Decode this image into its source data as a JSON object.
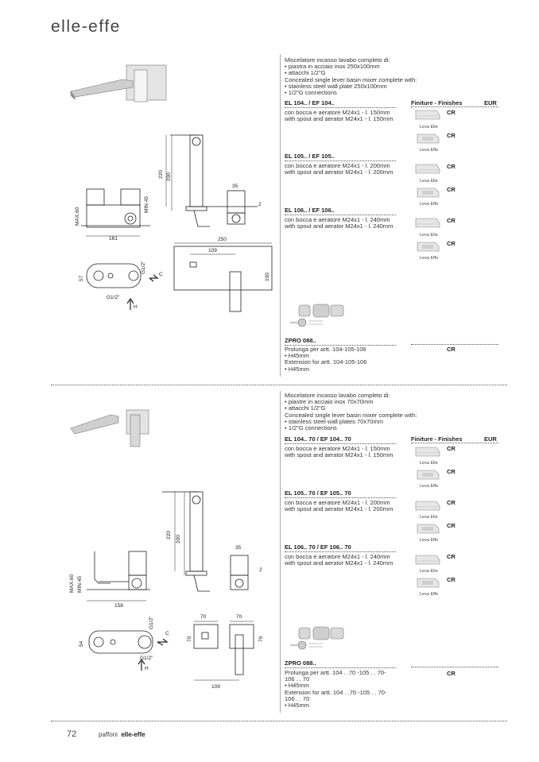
{
  "brand": "elle-effe",
  "footer": {
    "page_number": "72",
    "publisher": "paffoni",
    "series": "elle-effe"
  },
  "sections": [
    {
      "intro": [
        {
          "text": "Miscelatore incasso lavabo completo di:",
          "bullet": false
        },
        {
          "text": "piastra in acciaio inox 250x100mm",
          "bullet": true
        },
        {
          "text": "attacchi 1/2\"G",
          "bullet": true
        },
        {
          "text": "Concealed single lever basin mixer complete with:",
          "bullet": false
        },
        {
          "text": "stainless steel wall plate 250x100mm",
          "bullet": true
        },
        {
          "text": "1/2\"G connections",
          "bullet": true
        }
      ],
      "finishes_header": "Finiture - Finishes",
      "eur_header": "EUR",
      "products": [
        {
          "code": "EL 104.. / EF 104..",
          "it": "con bocca e aeratore M24x1 - l. 150mm",
          "en": "with spout and aerator M24x1 - l. 150mm"
        },
        {
          "code": "EL 105.. / EF 105..",
          "it": "con bocca e aeratore M24x1 - l. 200mm",
          "en": "with spout and aerator M24x1 - l. 200mm"
        },
        {
          "code": "EL 106.. / EF 106..",
          "it": "con bocca e aeratore M24x1 - l. 240mm",
          "en": "with spout and aerator M24x1 - l. 240mm"
        }
      ],
      "finish_code": "CR",
      "lever_elle": "Leva Elle",
      "lever_effe": "Leva Effe",
      "extension": {
        "code": "ZPRO 088..",
        "lines": [
          {
            "text": "Prolunga per artt. 104-105-106",
            "bullet": false
          },
          {
            "text": "H45mm",
            "bullet": true
          },
          {
            "text": "Extension for artt. 104-105-106",
            "bullet": false
          },
          {
            "text": "H45mm",
            "bullet": true
          }
        ],
        "finish": "CR"
      },
      "dims": {
        "d220": "220",
        "d200": "200",
        "d35": "35",
        "d2": "2",
        "max60": "MAX.60",
        "min45": "MIN.45",
        "d161": "161",
        "d250": "250",
        "d109": "109",
        "d100": "100",
        "g12a": "G1/2\"",
        "g12b": "G1/2\"",
        "d57": "57",
        "c": "C",
        "h": "H"
      }
    },
    {
      "intro": [
        {
          "text": "Miscelatore incasso lavabo completo di:",
          "bullet": false
        },
        {
          "text": "piastre in acciaio inox 70x70mm",
          "bullet": true
        },
        {
          "text": "attacchi 1/2\"G",
          "bullet": true
        },
        {
          "text": "Concealed single lever basin mixer complete with:",
          "bullet": false
        },
        {
          "text": "stainless steel wall plates 70x70mm",
          "bullet": true
        },
        {
          "text": "1/2\"G connections",
          "bullet": true
        }
      ],
      "finishes_header": "Finiture - Finishes",
      "eur_header": "EUR",
      "products": [
        {
          "code": "EL 104.. 70 / EF 104.. 70",
          "it": "con bocca e aeratore M24x1 - l. 150mm",
          "en": "with spout and aerator M24x1 - l. 150mm"
        },
        {
          "code": "EL 105.. 70 / EF 105.. 70",
          "it": "con bocca e aeratore M24x1 - l. 200mm",
          "en": "with spout and aerator M24x1 - l. 200mm"
        },
        {
          "code": "EL 106.. 70 / EF 106.. 70",
          "it": "con bocca e aeratore M24x1 - l. 240mm",
          "en": "with spout and aerator M24x1 - l. 240mm"
        }
      ],
      "finish_code": "CR",
      "lever_elle": "Leva Elle",
      "lever_effe": "Leva Effe",
      "extension": {
        "code": "ZPRO 088..",
        "lines": [
          {
            "text": "Prolunga per artt. 104 . .70 -105 . . 70-",
            "bullet": false
          },
          {
            "text": "106 . . 70",
            "bullet": false
          },
          {
            "text": "H45mm",
            "bullet": true
          },
          {
            "text": "Extension for artt. 104 . .70 -105 . . 70-",
            "bullet": false
          },
          {
            "text": "106 . . 70",
            "bullet": false
          },
          {
            "text": "H45mm",
            "bullet": true
          }
        ],
        "finish": "CR"
      },
      "dims": {
        "d220": "220",
        "d200": "200",
        "d35": "35",
        "d2": "2",
        "max60": "MAX.60",
        "min45": "MIN.45",
        "d158": "158",
        "d70a": "70",
        "d70b": "70",
        "d70c": "70",
        "d70d": "70",
        "d109": "109",
        "g12a": "G1/2\"",
        "g12b": "G1/2\"",
        "d54": "54",
        "c": "C",
        "h": "H"
      }
    }
  ]
}
